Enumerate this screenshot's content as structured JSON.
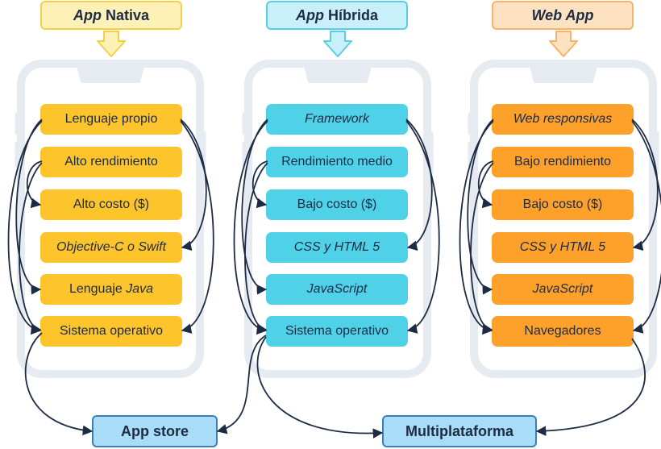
{
  "columns": [
    {
      "key": "nativa",
      "header_italic": "App",
      "header_rest": "Nativa",
      "header_fill": "#fdf1b8",
      "header_border": "#f6cf47",
      "box_color": "#fdc42b",
      "items": [
        {
          "text": "Lenguaje propio",
          "italic": ""
        },
        {
          "text": "Alto rendimiento",
          "italic": ""
        },
        {
          "text": "Alto costo ($)",
          "italic": ""
        },
        {
          "text": "",
          "italic": "Objective-C o Swift"
        },
        {
          "text": "Lenguaje ",
          "italic": "Java"
        },
        {
          "text": "Sistema operativo",
          "italic": ""
        }
      ]
    },
    {
      "key": "hibrida",
      "header_italic": "App",
      "header_rest": "Híbrida",
      "header_fill": "#c9f0fa",
      "header_border": "#58cde6",
      "box_color": "#4fd2e7",
      "items": [
        {
          "text": "",
          "italic": "Framework"
        },
        {
          "text": "Rendimiento medio",
          "italic": ""
        },
        {
          "text": "Bajo costo ($)",
          "italic": ""
        },
        {
          "text": "",
          "italic": "CSS y HTML 5"
        },
        {
          "text": "",
          "italic": "JavaScript"
        },
        {
          "text": "Sistema operativo",
          "italic": ""
        }
      ]
    },
    {
      "key": "webapp",
      "header_italic": "Web App",
      "header_rest": "",
      "header_fill": "#fde2c2",
      "header_border": "#f8b36a",
      "box_color": "#fea12a",
      "items": [
        {
          "text": "",
          "italic": "Web responsivas"
        },
        {
          "text": "Bajo rendimiento",
          "italic": ""
        },
        {
          "text": "Bajo costo ($)",
          "italic": ""
        },
        {
          "text": "",
          "italic": "CSS y HTML 5"
        },
        {
          "text": "",
          "italic": "JavaScript"
        },
        {
          "text": "Navegadores",
          "italic": ""
        }
      ]
    }
  ],
  "outcomes": {
    "app_store": "App store",
    "multiplataforma": "Multiplataforma"
  },
  "colors": {
    "phone_outline": "#e6eaf1",
    "arrow": "#1d2b44",
    "bottom_fill": "#a9dcf6",
    "bottom_border": "#3b7fb8"
  }
}
